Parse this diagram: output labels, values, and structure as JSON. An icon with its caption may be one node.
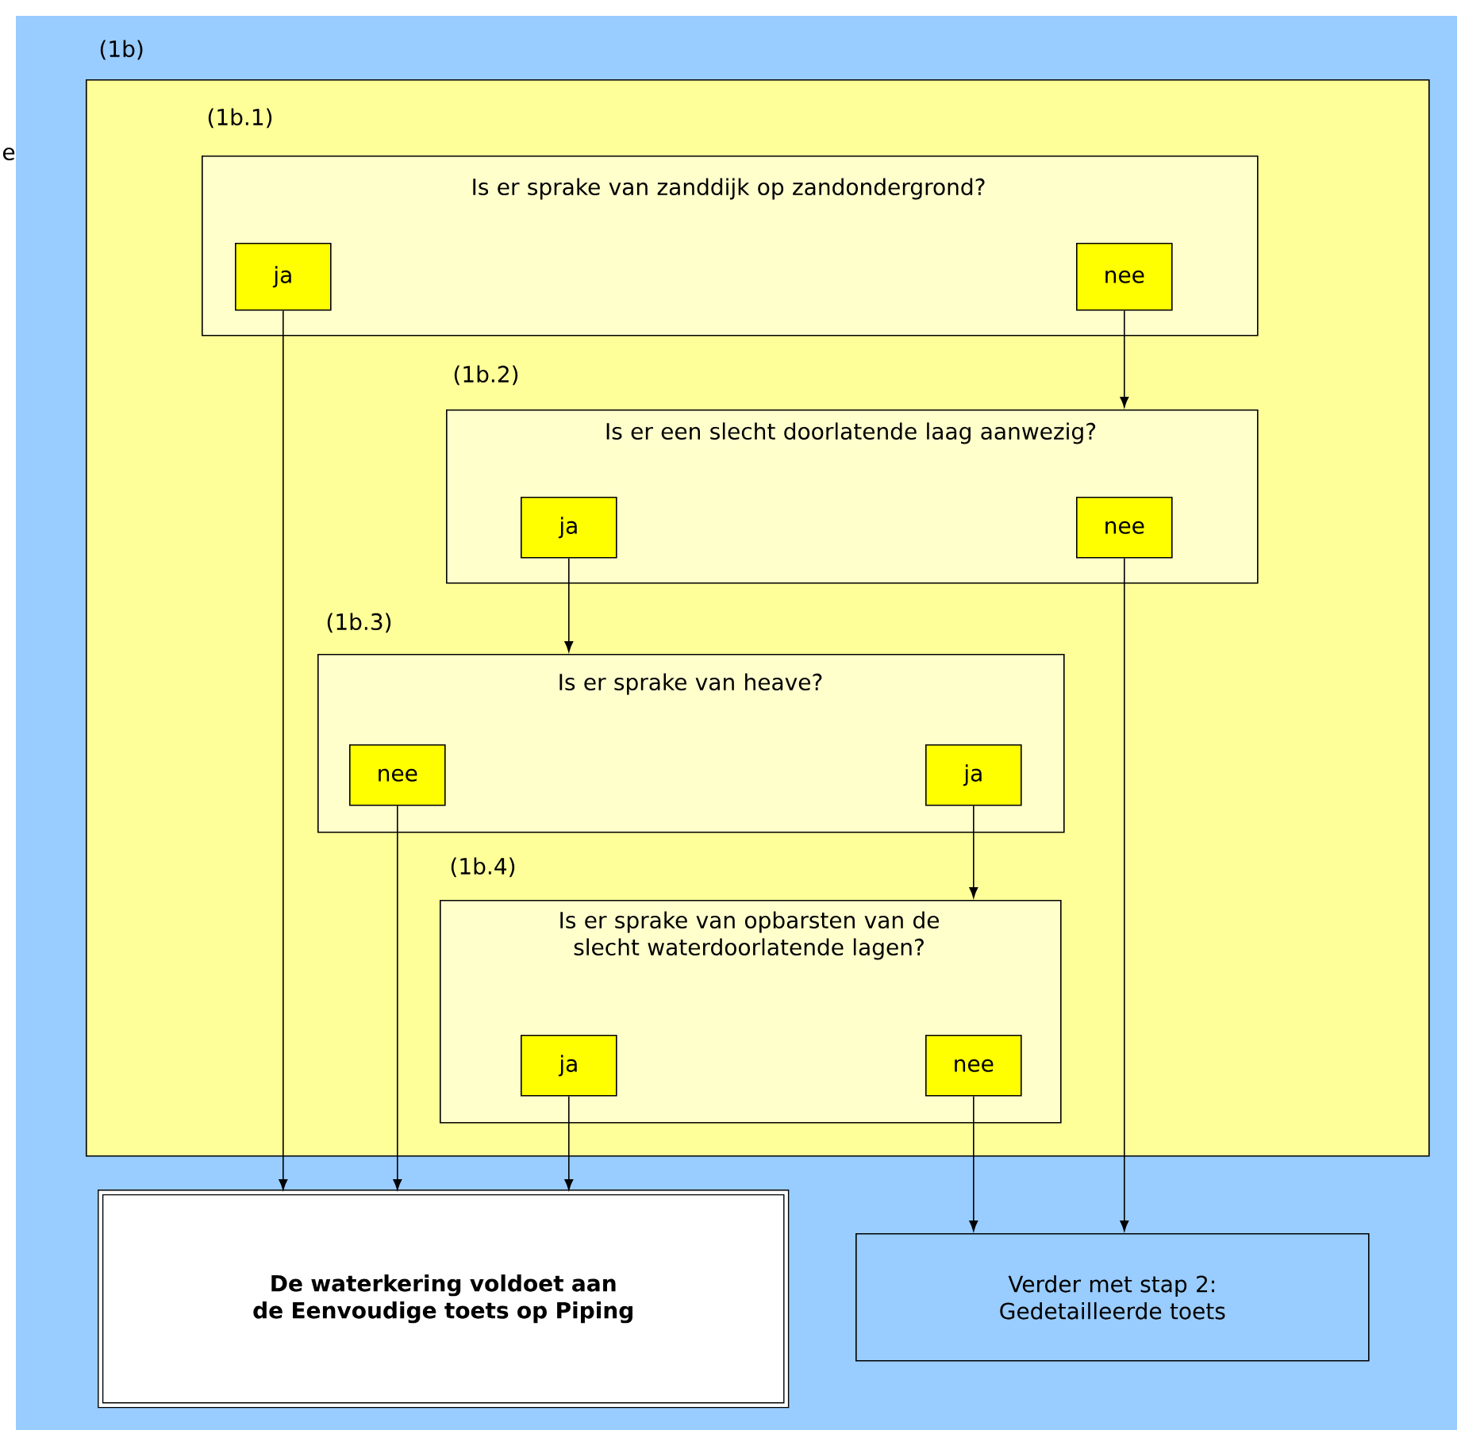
{
  "diagram": {
    "nodes": [
      {
        "text": [
          "(1b)"
        ]
      },
      {
        "text": [
          "(1b.1)",
          "Is er sprake van zanddijk op zandondergrond?"
        ],
        "in": 0
      },
      {
        "text": [
          "ja"
        ],
        "in": 1
      },
      {
        "text": [
          "nee"
        ],
        "in": 1
      },
      {
        "text": [
          "(1b.2)",
          "Is er een slecht doorlatende laag aanwezig?"
        ],
        "in": 0
      },
      {
        "text": [
          "ja"
        ],
        "in": 4
      },
      {
        "text": [
          "nee"
        ],
        "in": 4
      },
      {
        "text": [
          "(1b.3)",
          "Is er sprake van heave?"
        ],
        "in": 0
      },
      {
        "text": [
          "nee"
        ],
        "in": 7
      },
      {
        "text": [
          "ja"
        ],
        "in": 7
      },
      {
        "text": [
          "(1b.4)",
          "Is er sprake van opbarsten van de slecht waterdoorlatende lagen?"
        ],
        "in": 0
      },
      {
        "text": [
          "ja"
        ],
        "in": 10
      },
      {
        "text": [
          "nee"
        ],
        "in": 10
      },
      {
        "text": [
          "De waterkering voldoet aan de Eenvoudige toets op Piping"
        ]
      },
      {
        "text": [
          "Verder met stap 2: Gedetailleerde toets"
        ]
      }
    ],
    "edges": [
      {
        "from": 2,
        "to": 13,
        "arrow": "to"
      },
      {
        "from": 3,
        "to": 4,
        "arrow": "to"
      },
      {
        "from": 5,
        "to": 7,
        "arrow": "to"
      },
      {
        "from": 6,
        "to": 14,
        "arrow": "to"
      },
      {
        "from": 8,
        "to": 13,
        "arrow": "to"
      },
      {
        "from": 9,
        "to": 10,
        "arrow": "to"
      },
      {
        "from": 11,
        "to": 13,
        "arrow": "to"
      },
      {
        "from": 12,
        "to": 14,
        "arrow": "to"
      }
    ],
    "labels": [
      "e"
    ]
  }
}
